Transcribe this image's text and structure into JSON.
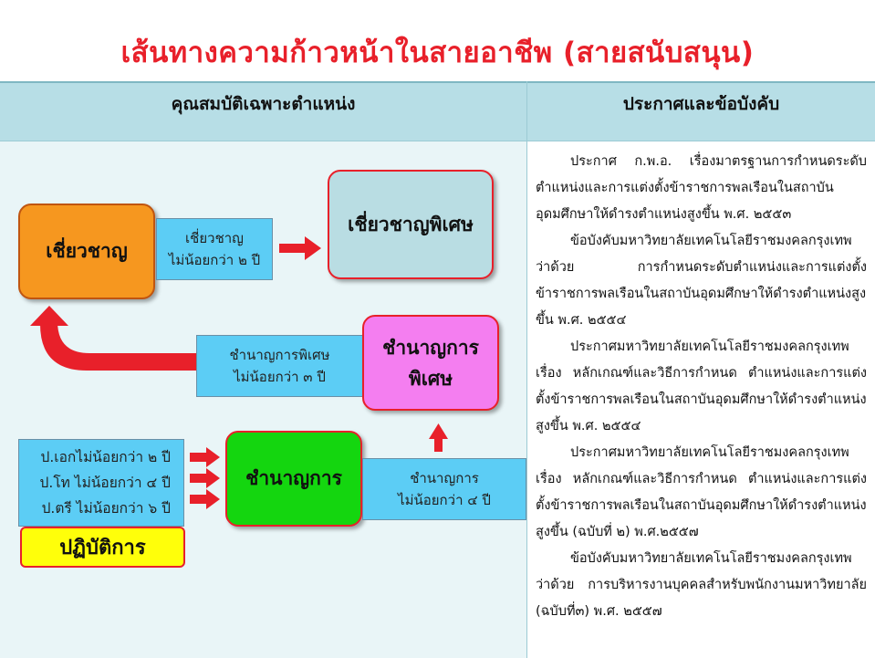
{
  "title": "เส้นทางความก้าวหน้าในสายอาชีพ (สายสนับสนุน)",
  "header": {
    "left": "คุณสมบัติเฉพาะตำแหน่ง",
    "right": "ประกาศและข้อบังคับ"
  },
  "diagram": {
    "expert": "เชี่ยวชาญ",
    "special_expert": "เชี่ยวชาญพิเศษ",
    "senior_professional_line1": "ชำนาญการ",
    "senior_professional_line2": "พิเศษ",
    "professional": "ชำนาญการ",
    "practitioner": "ปฏิบัติการ",
    "cond_expert_line1": "เชี่ยวชาญ",
    "cond_expert_line2": "ไม่น้อยกว่า ๒ ปี",
    "cond_senior_line1": "ชำนาญการพิเศษ",
    "cond_senior_line2": "ไม่น้อยกว่า ๓ ปี",
    "cond_pro_line1": "ชำนาญการ",
    "cond_pro_line2": "ไม่น้อยกว่า ๔ ปี",
    "cond_degree_phd": "ป.เอกไม่น้อยกว่า ๒ ปี",
    "cond_degree_master": "ป.โท ไม่น้อยกว่า ๔ ปี",
    "cond_degree_bachelor": "ป.ตรี ไม่น้อยกว่า ๖ ปี",
    "arrow_color": "#e8202a"
  },
  "announcements": [
    "ประกาศ ก.พ.อ. เรื่องมาตรฐานการกำหนดระดับตำแหน่งและการแต่งตั้งข้าราชการพลเรือนในสถาบันอุดมศึกษาให้ดำรงตำแหน่งสูงขึ้น พ.ศ. ๒๕๕๓",
    "ข้อบังคับมหาวิทยาลัยเทคโนโลยีราชมงคลกรุงเทพ ว่าด้วย การกำหนดระดับตำแหน่งและการแต่งตั้งข้าราชการพลเรือนในสถาบันอุดมศึกษาให้ดำรงตำแหน่งสูงขึ้น พ.ศ. ๒๕๕๔",
    "ประกาศมหาวิทยาลัยเทคโนโลยีราชมงคลกรุงเทพ เรื่อง หลักเกณฑ์และวิธีการกำหนด ตำแหน่งและการแต่งตั้งข้าราชการพลเรือนในสถาบันอุดมศึกษาให้ดำรงตำแหน่งสูงขึ้น พ.ศ. ๒๕๕๔",
    "ประกาศมหาวิทยาลัยเทคโนโลยีราชมงคลกรุงเทพ เรื่อง หลักเกณฑ์และวิธีการกำหนด ตำแหน่งและการแต่งตั้งข้าราชการพลเรือนในสถาบันอุดมศึกษาให้ดำรงตำแหน่งสูงขึ้น (ฉบับที่ ๒) พ.ศ.๒๕๕๗",
    "ข้อบังคับมหาวิทยาลัยเทคโนโลยีราชมงคลกรุงเทพ ว่าด้วย การบริหารงานบุคคลสำหรับพนักงานมหาวิทยาลัย (ฉบับที่๓) พ.ศ. ๒๕๕๗"
  ]
}
